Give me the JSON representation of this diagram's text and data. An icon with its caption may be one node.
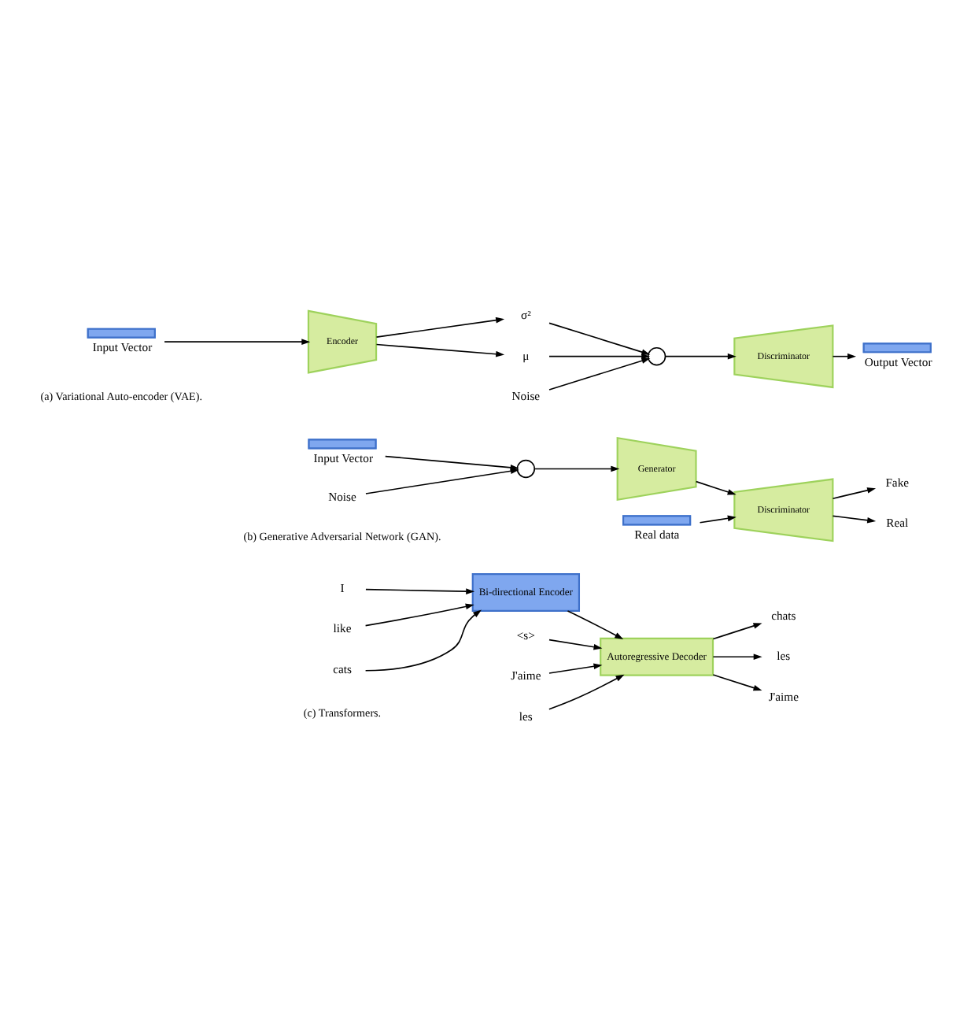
{
  "diagram": {
    "nodes": [
      {
        "text": [],
        "shape": "bar",
        "beside": [
          "Input Vector"
        ]
      },
      {
        "text": [
          "Encoder"
        ]
      },
      {
        "text": [
          "μ"
        ]
      },
      {
        "text": [
          "σ²"
        ]
      },
      {
        "text": [],
        "shape": "circle"
      },
      {
        "text": [
          "Noise"
        ]
      },
      {
        "text": [
          "Discriminator"
        ]
      },
      {
        "text": [],
        "shape": "bar",
        "beside": [
          "Output Vector"
        ]
      },
      {
        "text": [],
        "shape": "bar",
        "beside": [
          "Input Vector"
        ]
      },
      {
        "text": [],
        "shape": "circle"
      },
      {
        "text": [
          "Noise"
        ]
      },
      {
        "text": [
          "Generator"
        ]
      },
      {
        "text": [
          "Discriminator"
        ]
      },
      {
        "text": [],
        "shape": "bar",
        "beside": [
          "Real data"
        ]
      },
      {
        "text": [
          "Real"
        ]
      },
      {
        "text": [
          "Fake"
        ]
      },
      {
        "text": [
          "Bi-directional Encoder"
        ]
      },
      {
        "text": [
          "Autoregressive Decoder"
        ]
      },
      {
        "text": [
          "J'aime"
        ]
      },
      {
        "text": [
          "les"
        ]
      },
      {
        "text": [
          "chats"
        ]
      },
      {
        "text": [
          "I"
        ]
      },
      {
        "text": [
          "like"
        ]
      },
      {
        "text": [
          "cats"
        ]
      },
      {
        "text": [
          "<s>"
        ]
      },
      {
        "text": [
          "J'aime"
        ]
      },
      {
        "text": [
          "les"
        ]
      }
    ],
    "edges": [
      {
        "from": 0,
        "to": 1,
        "arrow": "to"
      },
      {
        "from": 1,
        "to": 2,
        "arrow": "to"
      },
      {
        "from": 1,
        "to": 3,
        "arrow": "to"
      },
      {
        "from": 2,
        "to": 4,
        "arrow": "to"
      },
      {
        "from": 3,
        "to": 4,
        "arrow": "to"
      },
      {
        "from": 5,
        "to": 4,
        "arrow": "to"
      },
      {
        "from": 4,
        "to": 6,
        "arrow": "to"
      },
      {
        "from": 6,
        "to": 7,
        "arrow": "to"
      },
      {
        "from": 8,
        "to": 9,
        "arrow": "to"
      },
      {
        "from": 10,
        "to": 9,
        "arrow": "to"
      },
      {
        "from": 9,
        "to": 11,
        "arrow": "to"
      },
      {
        "from": 11,
        "to": 12,
        "arrow": "to"
      },
      {
        "from": 13,
        "to": 12,
        "arrow": "to"
      },
      {
        "from": 12,
        "to": 14,
        "arrow": "to"
      },
      {
        "from": 12,
        "to": 15,
        "arrow": "to"
      },
      {
        "from": 21,
        "to": 16,
        "arrow": "to"
      },
      {
        "from": 22,
        "to": 16,
        "arrow": "to"
      },
      {
        "from": 23,
        "to": 16,
        "arrow": "to"
      },
      {
        "from": 16,
        "to": 17,
        "arrow": "to"
      },
      {
        "from": 24,
        "to": 17,
        "arrow": "to"
      },
      {
        "from": 25,
        "to": 17,
        "arrow": "to"
      },
      {
        "from": 26,
        "to": 17,
        "arrow": "to"
      },
      {
        "from": 17,
        "to": 18,
        "arrow": "to"
      },
      {
        "from": 17,
        "to": 19,
        "arrow": "to"
      },
      {
        "from": 17,
        "to": 20,
        "arrow": "to"
      }
    ],
    "labels": [
      "(a) Variational Auto-encoder (VAE).",
      "(b) Generative Adversarial Network (GAN).",
      "(c) Transformers."
    ]
  }
}
